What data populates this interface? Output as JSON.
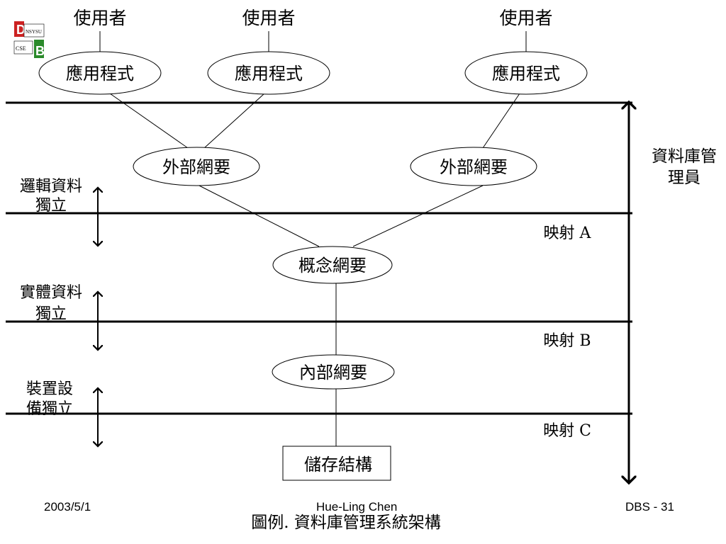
{
  "users": [
    "使用者",
    "使用者",
    "使用者"
  ],
  "applications": [
    "應用程式",
    "應用程式",
    "應用程式"
  ],
  "external_schemas": [
    "外部網要",
    "外部網要"
  ],
  "conceptual_schema": "概念網要",
  "internal_schema": "內部網要",
  "storage_structure": "儲存結構",
  "dba_label": {
    "line1": "資料庫管",
    "line2": "理員"
  },
  "independence": [
    {
      "line1": "邏輯資料",
      "line2": "獨立"
    },
    {
      "line1": "實體資料",
      "line2": "獨立"
    },
    {
      "line1": "裝置設",
      "line2": "備獨立"
    }
  ],
  "mappings": [
    "映射 A",
    "映射 B",
    "映射 C"
  ],
  "caption": "圖例. 資料庫管理系統架構",
  "footer": {
    "date": "2003/5/1",
    "author": "Hue-Ling Chen",
    "page": "DBS - 31"
  },
  "logo": {
    "text_top": "NSYSU",
    "text_bottom": "CSE",
    "letter_d": "D",
    "letter_b": "B",
    "colors": {
      "red": "#cc2222",
      "green": "#2a8a2a"
    }
  }
}
